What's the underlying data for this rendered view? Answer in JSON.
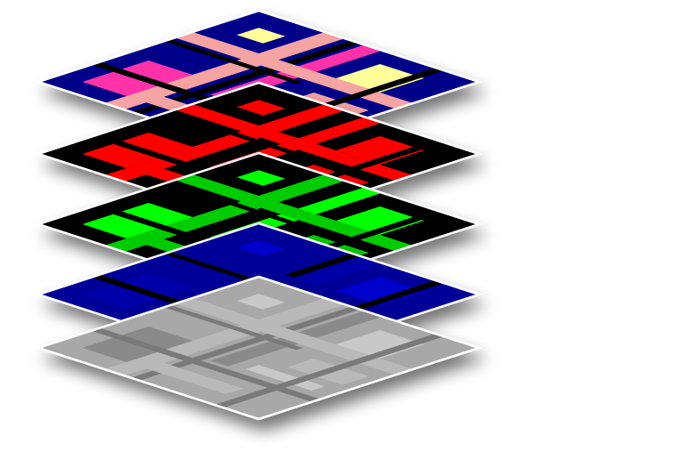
{
  "diagram": {
    "kind": "stacked-layers",
    "layers": [
      {
        "id": "composite",
        "label": "",
        "palette": {
          "bg": "#000088",
          "light": "#f5a3a3",
          "accent": "#ff33aa",
          "highlight": "#ffff99",
          "line": "#000000"
        }
      },
      {
        "id": "red-channel",
        "label": "",
        "palette": {
          "bg": "#000000",
          "light": "#ff0000",
          "accent": "#ff0000",
          "highlight": "#ff0000",
          "line": "#000000"
        }
      },
      {
        "id": "green-channel",
        "label": "",
        "palette": {
          "bg": "#000000",
          "light": "#00cc00",
          "accent": "#00ff00",
          "highlight": "#00ff00",
          "line": "#000000"
        }
      },
      {
        "id": "blue-channel",
        "label": "",
        "palette": {
          "bg": "#000099",
          "light": "#000099",
          "accent": "#0000aa",
          "highlight": "#0000cc",
          "line": "#000000"
        }
      },
      {
        "id": "grayscale",
        "label": "",
        "palette": {
          "bg": "#a8a8a8",
          "light": "#b9b9b9",
          "accent": "#8a8a8a",
          "highlight": "#c8c8c8",
          "line": "#7a7a7a"
        }
      }
    ],
    "border_color": "#ffffff",
    "shadow_color": "#000000"
  }
}
